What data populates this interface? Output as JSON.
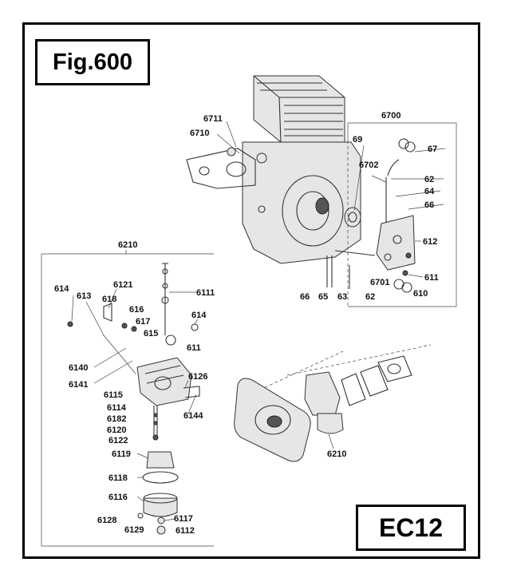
{
  "figure_title": "Fig.600",
  "model_code": "EC12",
  "labels": [
    {
      "id": "l6711",
      "text": "6711"
    },
    {
      "id": "l6710",
      "text": "6710"
    },
    {
      "id": "l6700",
      "text": "6700"
    },
    {
      "id": "l69",
      "text": "69"
    },
    {
      "id": "l67",
      "text": "67"
    },
    {
      "id": "l6702",
      "text": "6702"
    },
    {
      "id": "l62a",
      "text": "62"
    },
    {
      "id": "l64",
      "text": "64"
    },
    {
      "id": "l66a",
      "text": "66"
    },
    {
      "id": "l612",
      "text": "612"
    },
    {
      "id": "l611a",
      "text": "611"
    },
    {
      "id": "l6701",
      "text": "6701"
    },
    {
      "id": "l610",
      "text": "610"
    },
    {
      "id": "l66b",
      "text": "66"
    },
    {
      "id": "l65",
      "text": "65"
    },
    {
      "id": "l63",
      "text": "63"
    },
    {
      "id": "l62b",
      "text": "62"
    },
    {
      "id": "l6210a",
      "text": "6210"
    },
    {
      "id": "l614a",
      "text": "614"
    },
    {
      "id": "l613",
      "text": "613"
    },
    {
      "id": "l6121",
      "text": "6121"
    },
    {
      "id": "l618",
      "text": "618"
    },
    {
      "id": "l6111",
      "text": "6111"
    },
    {
      "id": "l616",
      "text": "616"
    },
    {
      "id": "l617",
      "text": "617"
    },
    {
      "id": "l614b",
      "text": "614"
    },
    {
      "id": "l615",
      "text": "615"
    },
    {
      "id": "l611b",
      "text": "611"
    },
    {
      "id": "l6140",
      "text": "6140"
    },
    {
      "id": "l6141",
      "text": "6141"
    },
    {
      "id": "l6126",
      "text": "6126"
    },
    {
      "id": "l6115",
      "text": "6115"
    },
    {
      "id": "l6114",
      "text": "6114"
    },
    {
      "id": "l6182",
      "text": "6182"
    },
    {
      "id": "l6144",
      "text": "6144"
    },
    {
      "id": "l6120",
      "text": "6120"
    },
    {
      "id": "l6122",
      "text": "6122"
    },
    {
      "id": "l6119",
      "text": "6119"
    },
    {
      "id": "l6118",
      "text": "6118"
    },
    {
      "id": "l6116",
      "text": "6116"
    },
    {
      "id": "l6117",
      "text": "6117"
    },
    {
      "id": "l6128",
      "text": "6128"
    },
    {
      "id": "l6129",
      "text": "6129"
    },
    {
      "id": "l6112",
      "text": "6112"
    },
    {
      "id": "l6210b",
      "text": "6210"
    }
  ]
}
